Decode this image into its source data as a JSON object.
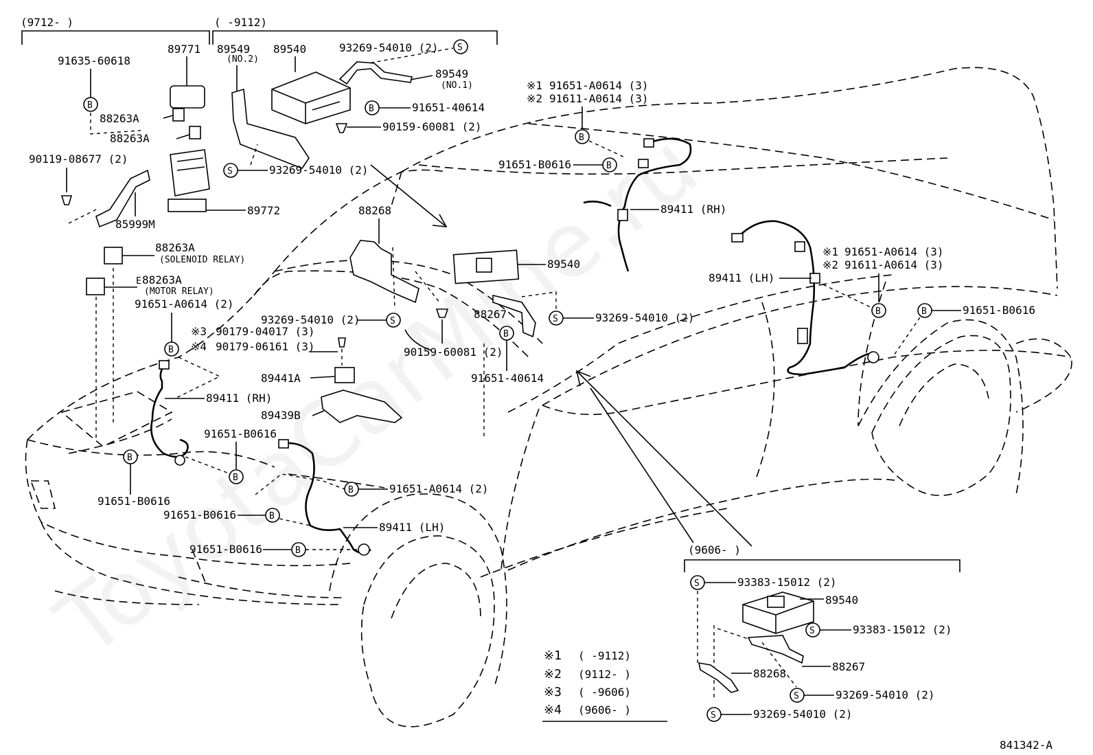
{
  "period_labels": {
    "box_a": "(9712-        )",
    "box_b": "(       -9112)",
    "box_c": "(9606-        )"
  },
  "callout_symbols": {
    "bolt": "B",
    "screw": "S"
  },
  "relay_block_group": {
    "p89771": "89771",
    "p91635_60618": "91635-60618",
    "p88263a_1": "88263A",
    "p88263a_2": "88263A",
    "p90119": "90119-08677 (2)",
    "p85999m": "85999M",
    "p89772": "89772"
  },
  "relays": {
    "solenoid_no": "88263A",
    "solenoid_name": "(SOLENOID RELAY)",
    "motor_no": "88263A",
    "motor_name": "(MOTOR RELAY)",
    "motor_prefix": "E"
  },
  "ecu_top_group": {
    "p89549_no2": "89549",
    "no2": "(NO.2)",
    "p89540": "89540",
    "p93269_top": "93269-54010 (2)",
    "p89549_no1": "89549",
    "no1": "(NO.1)",
    "p91651_40614": "91651-40614",
    "p90159_60081": "90159-60081 (2)",
    "p93269_lower": "93269-54010 (2)"
  },
  "front_sensor_group": {
    "p91651_a0614": "91651-A0614 (2)",
    "n3": "※3",
    "p90179_04017": "90179-04017 (3)",
    "n4": "※4",
    "p90179_06161": "90179-06161 (3)",
    "p89441a": "89441A",
    "p89439b": "89439B",
    "p89411_rh": "89411 (RH)",
    "p91651_b0616_a": "91651-B0616",
    "p91651_b0616_b": "91651-B0616",
    "p91651_b0616_c": "91651-B0616",
    "p91651_b0616_d": "91651-B0616",
    "p91651_a0614_lh": "91651-A0614 (2)",
    "p89411_lh": "89411 (LH)"
  },
  "ecu_mid_group": {
    "p88268": "88268",
    "p89540": "89540",
    "p93269": "93269-54010 (2)",
    "p88267": "88267",
    "p93269_r": "93269-54010 (2)",
    "p90159": "90159-60081 (2)",
    "p91651_40614": "91651-40614"
  },
  "rear_sensor_group": {
    "n1a": "※1",
    "p91651_a0614_a": "91651-A0614 (3)",
    "n2a": "※2",
    "p91611_a0614_a": "91611-A0614 (3)",
    "p91651_b0616_rh": "91651-B0616",
    "p89411_rh": "89411 (RH)",
    "n1b": "※1",
    "p91651_a0614_b": "91651-A0614 (3)",
    "n2b": "※2",
    "p91611_a0614_b": "91611-A0614 (3)",
    "p89411_lh": "89411 (LH)",
    "p91651_b0616_r": "91651-B0616"
  },
  "later_ecu_group": {
    "p93383_a": "93383-15012 (2)",
    "p89540": "89540",
    "p93383_b": "93383-15012 (2)",
    "p88268": "88268",
    "p88267": "88267",
    "p93269_a": "93269-54010 (2)",
    "p93269_b": "93269-54010 (2)"
  },
  "legend": [
    {
      "mark": "※1",
      "range": "(       -9112)"
    },
    {
      "mark": "※2",
      "range": "(9112-       )"
    },
    {
      "mark": "※3",
      "range": "(       -9606)"
    },
    {
      "mark": "※4",
      "range": "(9606-       )"
    }
  ],
  "diagram_id": "841342-A",
  "watermark": "ToyotaCarMine.ru"
}
